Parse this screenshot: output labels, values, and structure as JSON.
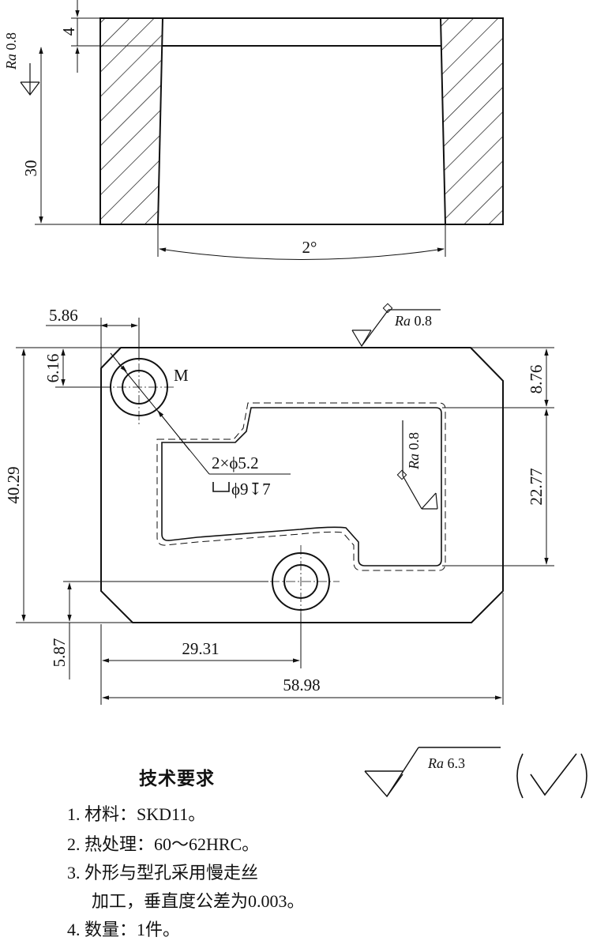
{
  "section_view": {
    "depth_dim": "4",
    "height_dim": "30",
    "taper_dim": "2°",
    "roughness_label": "Ra",
    "roughness_value": "0.8"
  },
  "plan_view": {
    "dim_hole_x": "5.86",
    "dim_hole_y": "6.16",
    "dim_height": "40.29",
    "dim_bottom_offset": "5.87",
    "dim_hole2_x": "29.31",
    "dim_width": "58.98",
    "dim_top_gap": "8.76",
    "dim_slot_height": "22.77",
    "hole_label": "M",
    "hole_callout_1": "2×ϕ5.2",
    "hole_callout_2": "ϕ9↧7",
    "roughness_label": "Ra",
    "roughness_top_value": "0.8",
    "roughness_slot_value": "0.8"
  },
  "general_roughness": {
    "label": "Ra",
    "value": "6.3"
  },
  "tech_requirements": {
    "title": "技术要求",
    "items": [
      "1. 材料：SKD11。",
      "2. 热处理：60～62HRC。",
      "3. 外形与型孔采用慢走丝",
      "加工，垂直度公差为0.003。",
      "4. 数量：1件。"
    ]
  }
}
